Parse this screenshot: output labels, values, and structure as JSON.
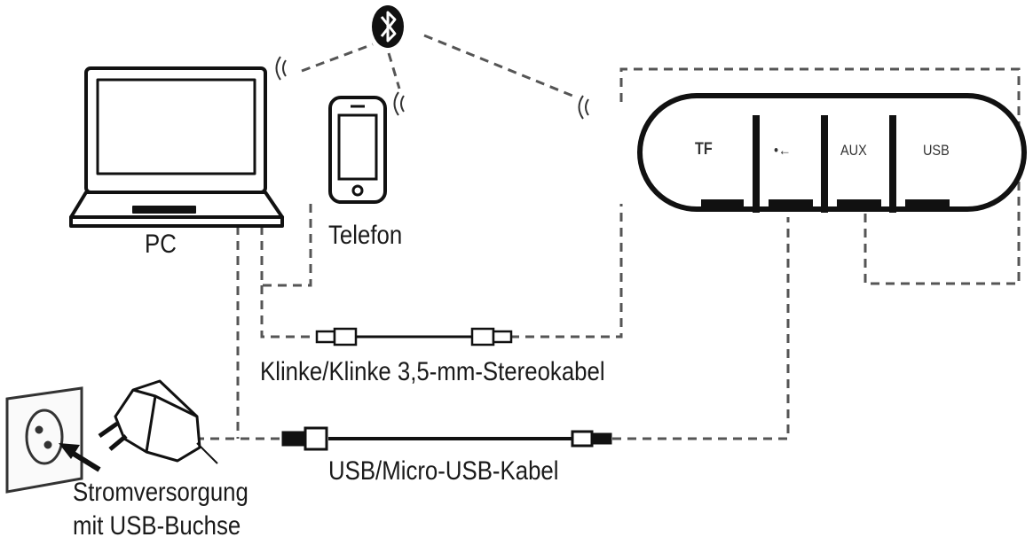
{
  "labels": {
    "pc": "PC",
    "phone": "Telefon",
    "aux_cable": "Klinke/Klinke 3,5-mm-Stereokabel",
    "usb_cable": "USB/Micro-USB-Kabel",
    "power_line1": "Stromversorgung",
    "power_line2": "mit USB-Buchse"
  },
  "ports": {
    "tf": "TF",
    "usb_symbol": "•←",
    "aux": "AUX",
    "usb": "USB"
  },
  "icons": {
    "bluetooth": "bluetooth-icon",
    "wireless": "wireless-signal-icon"
  },
  "colors": {
    "line": "#2a2a2a",
    "dash": "#555555"
  }
}
